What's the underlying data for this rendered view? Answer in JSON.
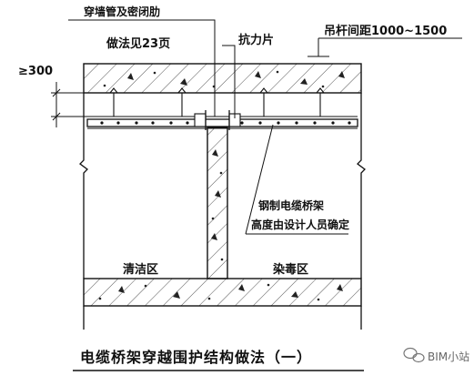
{
  "annotations": {
    "wall_pipe": "穿墙管及密闭肋",
    "see_page": "做法见23页",
    "anti_force": "抗力片",
    "hanger_spacing": "吊杆间距1000~1500",
    "min_distance": "≥300",
    "tray_note_1": "钢制电缆桥架",
    "tray_note_2": "高度由设计人员确定",
    "clean_zone": "清洁区",
    "toxic_zone": "染毒区"
  },
  "title": "电缆桥架穿越围护结构做法（一）",
  "watermark": "BIM小站",
  "colors": {
    "line": "#111111",
    "hatch": "#555555",
    "watermark": "#777777"
  }
}
